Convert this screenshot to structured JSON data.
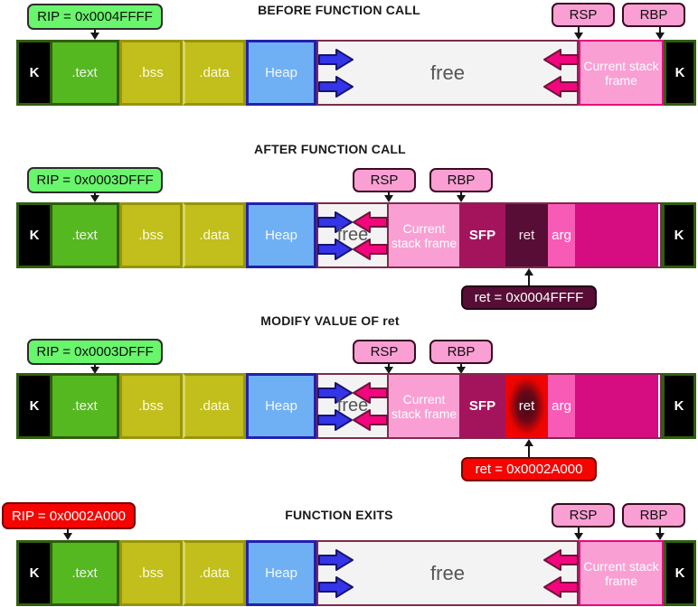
{
  "colors": {
    "kernel": "#000000",
    "text_section": "#55B820",
    "bss_data_section": "#C2BE1B",
    "heap": "#6FB0F4",
    "free": "#F3F3F3",
    "current_stack_frame": "#F99FD3",
    "sfp": "#A3145C",
    "ret": "#570D36",
    "ret_modified": "#F20400",
    "arg": "#F85BB5",
    "previous_frame": "#D60C81",
    "rip_label_ok": "#69F56C",
    "rip_label_hijacked": "#F50400",
    "register_label": "#F99FD3",
    "heap_growth_arrow": "#3434E8",
    "stack_growth_arrow": "#F2067E"
  },
  "rows": [
    {
      "title": "BEFORE FUNCTION CALL",
      "rip_label": "RIP = 0x0004FFFF",
      "registers": {
        "rsp": "RSP",
        "rbp": "RBP"
      },
      "segments": {
        "k_left": "K",
        "text": ".text",
        "bss": ".bss",
        "data": ".data",
        "heap": "Heap",
        "free": "free",
        "csf": "Current stack frame",
        "k_right": "K"
      }
    },
    {
      "title": "AFTER FUNCTION CALL",
      "rip_label": "RIP = 0x0003DFFF",
      "registers": {
        "rsp": "RSP",
        "rbp": "RBP"
      },
      "segments": {
        "k_left": "K",
        "text": ".text",
        "bss": ".bss",
        "data": ".data",
        "heap": "Heap",
        "free": "free",
        "csf": "Current stack frame",
        "sfp": "SFP",
        "ret": "ret",
        "arg": "arg",
        "k_right": "K"
      },
      "ret_value_label": "ret = 0x0004FFFF"
    },
    {
      "title": "MODIFY VALUE OF ret",
      "rip_label": "RIP = 0x0003DFFF",
      "registers": {
        "rsp": "RSP",
        "rbp": "RBP"
      },
      "segments": {
        "k_left": "K",
        "text": ".text",
        "bss": ".bss",
        "data": ".data",
        "heap": "Heap",
        "free": "free",
        "csf": "Current stack frame",
        "sfp": "SFP",
        "ret": "ret",
        "arg": "arg",
        "k_right": "K"
      },
      "ret_value_label": "ret = 0x0002A000"
    },
    {
      "title": "FUNCTION EXITS",
      "rip_label": "RIP = 0x0002A000",
      "registers": {
        "rsp": "RSP",
        "rbp": "RBP"
      },
      "segments": {
        "k_left": "K",
        "text": ".text",
        "bss": ".bss",
        "data": ".data",
        "heap": "Heap",
        "free": "free",
        "csf": "Current stack frame",
        "k_right": "K"
      }
    }
  ]
}
